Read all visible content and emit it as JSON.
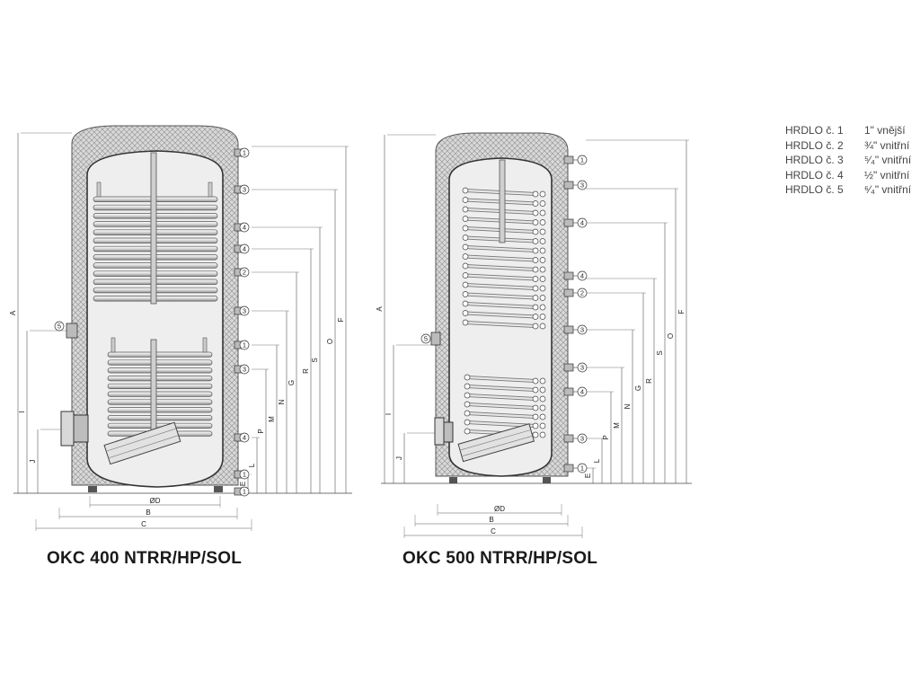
{
  "legend": {
    "rows": [
      {
        "name": "HRDLO č. 1",
        "value": "1\" vnější"
      },
      {
        "name": "HRDLO č. 2",
        "value": "¾\" vnitřní"
      },
      {
        "name": "HRDLO č. 3",
        "value": "⁵⁄₄\" vnitřní"
      },
      {
        "name": "HRDLO č. 4",
        "value": "½\" vnitřní"
      },
      {
        "name": "HRDLO č. 5",
        "value": "⁶⁄₄\" vnitřní"
      }
    ]
  },
  "tanks": [
    {
      "title": "OKC 400 NTRR/HP/SOL",
      "coil_type": "two-helical-coils",
      "right_nozzles": [
        "1",
        "3",
        "4",
        "4",
        "2",
        "3",
        "1",
        "3",
        "4",
        "1",
        "1"
      ],
      "left_nozzle": "5",
      "right_dims": [
        "F",
        "O",
        "S",
        "R",
        "G",
        "N",
        "M",
        "P",
        "L",
        "E"
      ],
      "left_dims": [
        "A",
        "I",
        "J"
      ],
      "bottom_dims": [
        "ØD",
        "B",
        "C"
      ]
    },
    {
      "title": "OKC 500 NTRR/HP/SOL",
      "coil_type": "two-tube-bundles",
      "right_nozzles": [
        "1",
        "3",
        "4",
        "4",
        "2",
        "3",
        "3",
        "4",
        "3",
        "1"
      ],
      "left_nozzle": "5",
      "right_dims": [
        "F",
        "O",
        "S",
        "R",
        "G",
        "N",
        "M",
        "P",
        "L",
        "E"
      ],
      "left_dims": [
        "A",
        "I",
        "J"
      ],
      "bottom_dims": [
        "ØD",
        "B",
        "C"
      ]
    }
  ]
}
